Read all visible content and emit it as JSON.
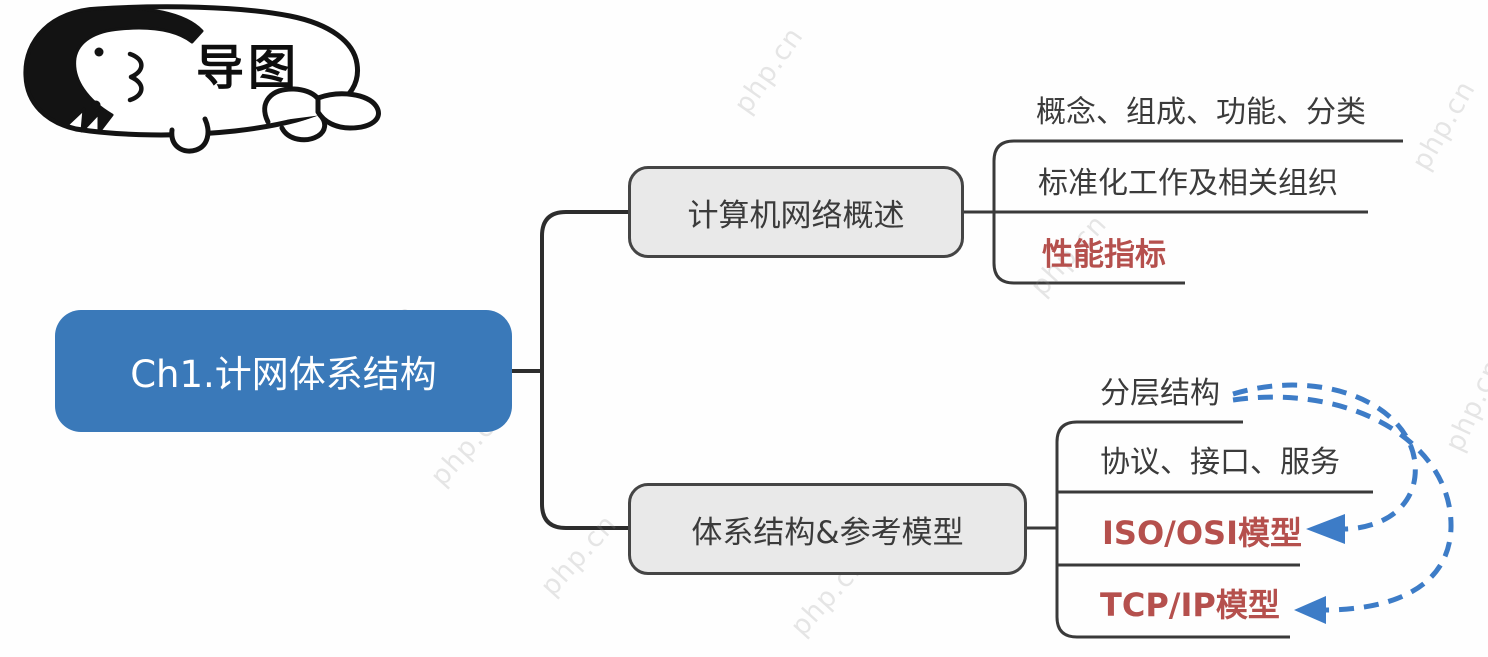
{
  "doodle": {
    "label": "导图"
  },
  "watermark": {
    "text": "php.cn"
  },
  "colors": {
    "root_bg": "#3a79b9",
    "branch_bg": "#e9e9e9",
    "text_dark": "#3b3b3b",
    "emphasis_red": "#b5504d",
    "arrow_blue": "#3d7cc7",
    "line_dark": "#2d2d2d"
  },
  "mindmap": {
    "root": {
      "label": "Ch1.计网体系结构"
    },
    "branches": [
      {
        "label": "计算机网络概述",
        "children": [
          {
            "label": "概念、组成、功能、分类",
            "emphasis": false
          },
          {
            "label": "标准化工作及相关组织",
            "emphasis": false
          },
          {
            "label": "性能指标",
            "emphasis": true
          }
        ]
      },
      {
        "label": "体系结构&参考模型",
        "children": [
          {
            "label": "分层结构",
            "emphasis": false
          },
          {
            "label": "协议、接口、服务",
            "emphasis": false
          },
          {
            "label": "ISO/OSI模型",
            "emphasis": true
          },
          {
            "label": "TCP/IP模型",
            "emphasis": true
          }
        ]
      }
    ],
    "arrows": [
      {
        "from": "分层结构",
        "to": "ISO/OSI模型"
      },
      {
        "from": "分层结构",
        "to": "TCP/IP模型"
      }
    ]
  }
}
